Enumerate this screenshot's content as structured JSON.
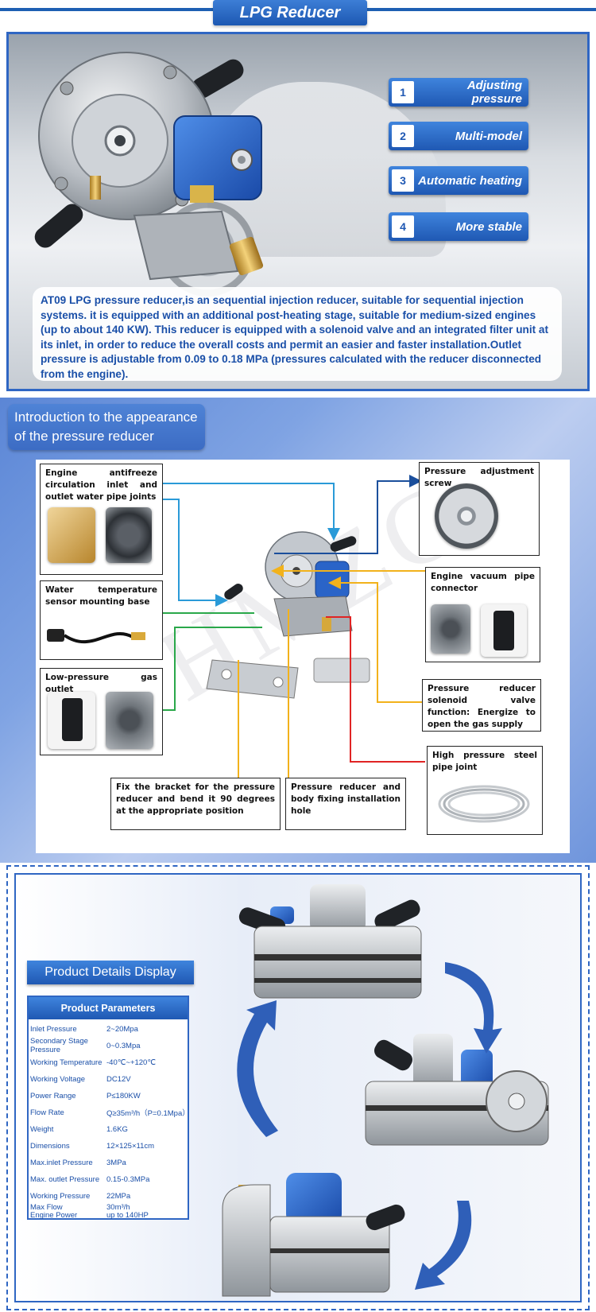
{
  "header": {
    "title": "LPG Reducer"
  },
  "features": [
    {
      "num": "1",
      "label": "Adjusting pressure"
    },
    {
      "num": "2",
      "label": "Multi-model"
    },
    {
      "num": "3",
      "label": "Automatic heating"
    },
    {
      "num": "4",
      "label": "More stable"
    }
  ],
  "description": "AT09 LPG pressure reducer,is an sequential injection reducer, suitable for sequential injection systems. it is equipped with an additional post-heating stage, suitable for medium-sized engines (up to about 140 KW). This reducer is equipped with a solenoid valve and an integrated filter unit at its inlet, in order to reduce the overall costs and permit an easier and faster installation.Outlet pressure is adjustable from 0.09 to 0.18 MPa (pressures calculated with the reducer disconnected from the engine).",
  "appearance": {
    "title": "Introduction to the appearance of the pressure reducer",
    "watermark": "HMZC",
    "callouts": {
      "water_pipe": "Engine antifreeze circulation inlet and outlet water pipe joints",
      "adjust_screw": "Pressure adjustment screw",
      "temp_sensor": "Water temperature sensor mounting base",
      "vacuum": "Engine vacuum pipe connector",
      "gas_outlet": "Low-pressure gas outlet",
      "solenoid": "Pressure reducer solenoid valve function: Energize to open the gas supply",
      "steel_pipe": "High pressure steel pipe joint",
      "bracket": "Fix the bracket for the pressure reducer and bend it 90 degrees at the appropriate position",
      "fixing_hole": "Pressure reducer and body fixing installation hole"
    }
  },
  "details": {
    "banner": "Product Details Display",
    "params_title": "Product Parameters",
    "params": [
      {
        "key": "Inlet Pressure",
        "value": "2~20Mpa"
      },
      {
        "key": "Secondary Stage Pressure",
        "value": "0~0.3Mpa"
      },
      {
        "key": "Working Temperature",
        "value": "-40℃~+120℃"
      },
      {
        "key": "Working Voltage",
        "value": "DC12V"
      },
      {
        "key": "Power Range",
        "value": "P≤180KW"
      },
      {
        "key": "Flow Rate",
        "value": "Q≥35m³/h（P=0.1Mpa）"
      },
      {
        "key": "Weight",
        "value": "1.6KG"
      },
      {
        "key": "Dimensions",
        "value": "12×125×11cm"
      },
      {
        "key": "Max.inlet Pressure",
        "value": "3MPa"
      },
      {
        "key": "Max. outlet Pressure",
        "value": "0.15-0.3MPa"
      },
      {
        "key": "Working Pressure",
        "value": "22MPa"
      }
    ],
    "last_param": {
      "key1": "Max Flow",
      "value1": "30m³/h",
      "key2": "Engine Power",
      "value2": "up to 140HP"
    }
  },
  "colors": {
    "brand_blue": "#1f58b3",
    "text_blue": "#1a4fa8",
    "line_blue": "#2a9ad8",
    "line_navy": "#1b4f9c",
    "line_yellow": "#f2b21b",
    "line_green": "#2aa84a",
    "line_red": "#e02424"
  }
}
